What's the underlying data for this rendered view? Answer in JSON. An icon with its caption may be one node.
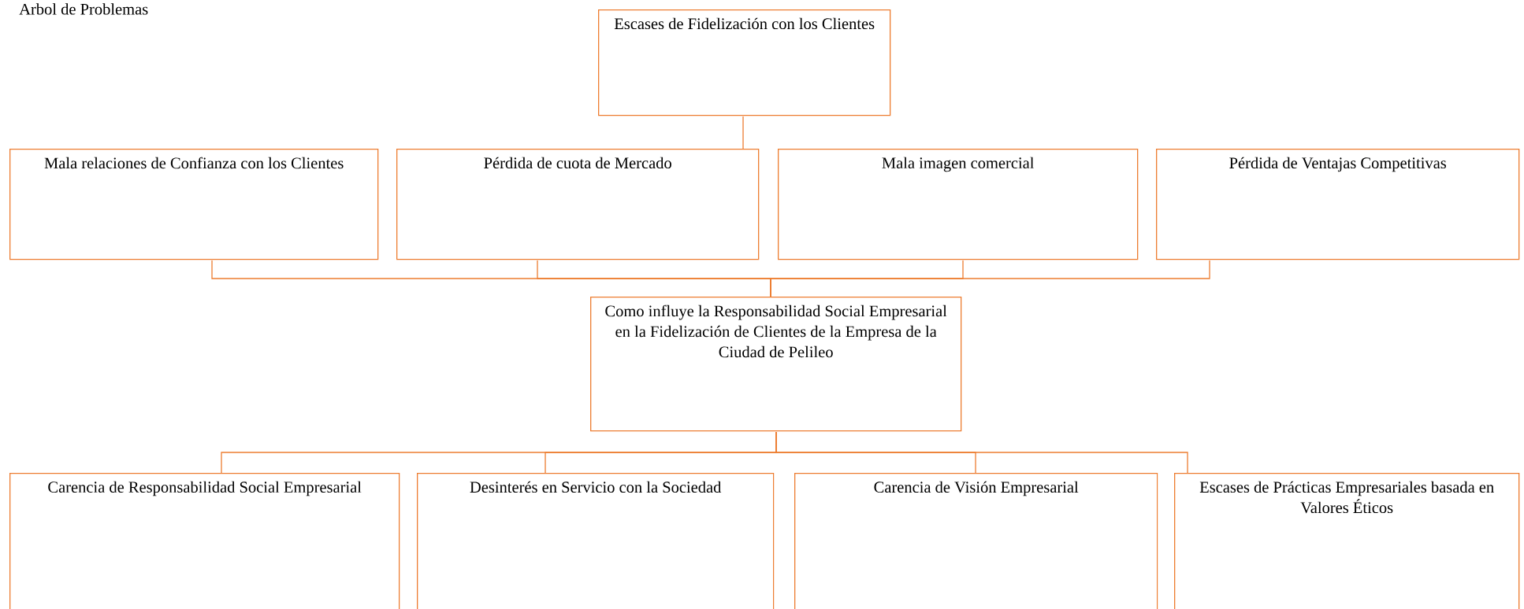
{
  "diagram": {
    "nodes": [
      {
        "text": [
          "Escases de Fidelización con los Clientes"
        ]
      },
      {
        "text": [
          "Mala relaciones de Confianza con los Clientes"
        ]
      },
      {
        "text": [
          "Pérdida de cuota de Mercado"
        ]
      },
      {
        "text": [
          "Mala imagen comercial"
        ]
      },
      {
        "text": [
          "Pérdida de Ventajas Competitivas"
        ]
      },
      {
        "text": [
          "Como influye la Responsabilidad Social Empresarial en la Fidelización de Clientes de la Empresa de la Ciudad de Pelileo"
        ]
      },
      {
        "text": [
          "Carencia de Responsabilidad Social Empresarial"
        ]
      },
      {
        "text": [
          "Desinterés en Servicio con la Sociedad"
        ]
      },
      {
        "text": [
          "Carencia de Visión Empresarial"
        ]
      },
      {
        "text": [
          "Escases de Prácticas Empresariales basada en Valores Éticos"
        ]
      }
    ],
    "edges": [
      {
        "from": 2,
        "to": 0,
        "arrow": "none"
      },
      {
        "from": 5,
        "to": 1,
        "arrow": "none"
      },
      {
        "from": 5,
        "to": 2,
        "arrow": "none"
      },
      {
        "from": 5,
        "to": 3,
        "arrow": "none"
      },
      {
        "from": 5,
        "to": 4,
        "arrow": "none"
      },
      {
        "from": 5,
        "to": 6,
        "arrow": "none"
      },
      {
        "from": 5,
        "to": 7,
        "arrow": "none"
      },
      {
        "from": 5,
        "to": 8,
        "arrow": "none"
      },
      {
        "from": 5,
        "to": 9,
        "arrow": "none"
      }
    ],
    "labels": [
      "Arbol de Problemas"
    ]
  }
}
